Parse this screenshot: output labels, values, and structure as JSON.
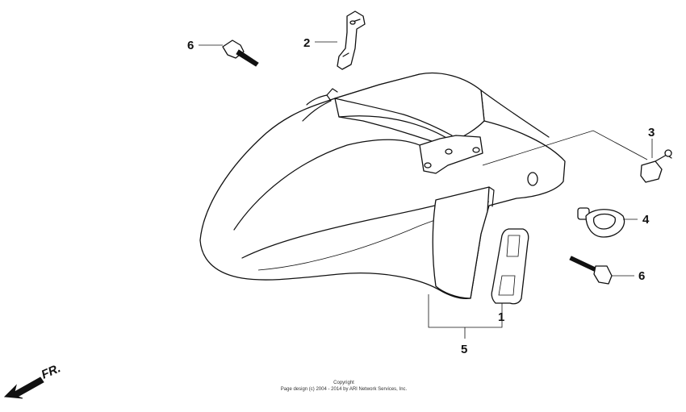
{
  "diagram": {
    "callouts": [
      {
        "id": "c1",
        "label": "1"
      },
      {
        "id": "c2",
        "label": "2"
      },
      {
        "id": "c3",
        "label": "3"
      },
      {
        "id": "c4",
        "label": "4"
      },
      {
        "id": "c5",
        "label": "5"
      },
      {
        "id": "c6a",
        "label": "6"
      },
      {
        "id": "c6b",
        "label": "6"
      }
    ],
    "direction_label": "FR.",
    "copyright_line1": "Copyright",
    "copyright_line2": "Page design (c) 2004 - 2014 by ARI Network Services, Inc."
  }
}
